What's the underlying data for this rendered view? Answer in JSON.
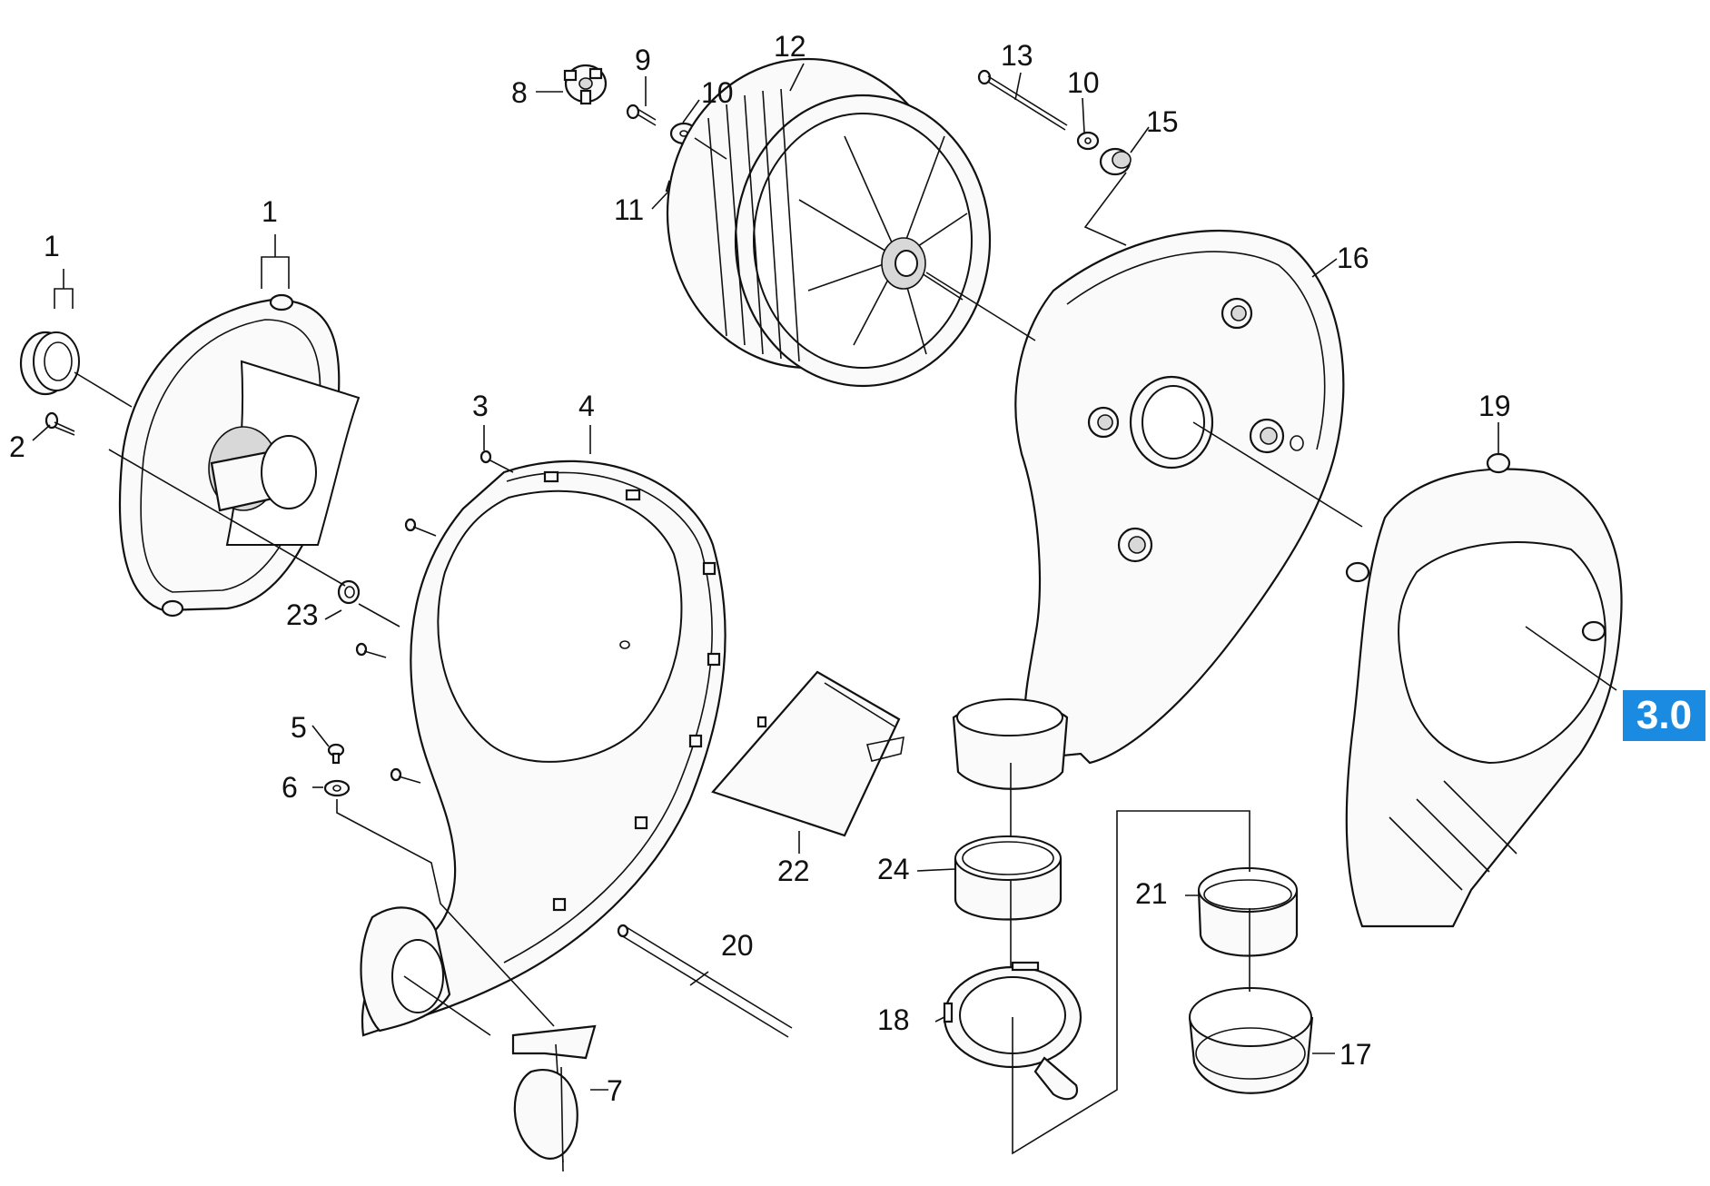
{
  "callouts": {
    "c1a": "1",
    "c1b": "1",
    "c2": "2",
    "c3": "3",
    "c4": "4",
    "c5": "5",
    "c6": "6",
    "c7": "7",
    "c8": "8",
    "c9": "9",
    "c10a": "10",
    "c10b": "10",
    "c11": "11",
    "c12": "12",
    "c13": "13",
    "c15": "15",
    "c16": "16",
    "c17": "17",
    "c18": "18",
    "c19": "19",
    "c20": "20",
    "c21": "21",
    "c22": "22",
    "c23": "23",
    "c24": "24"
  },
  "badge": {
    "label": "3.0",
    "color": "#1a8be0"
  }
}
